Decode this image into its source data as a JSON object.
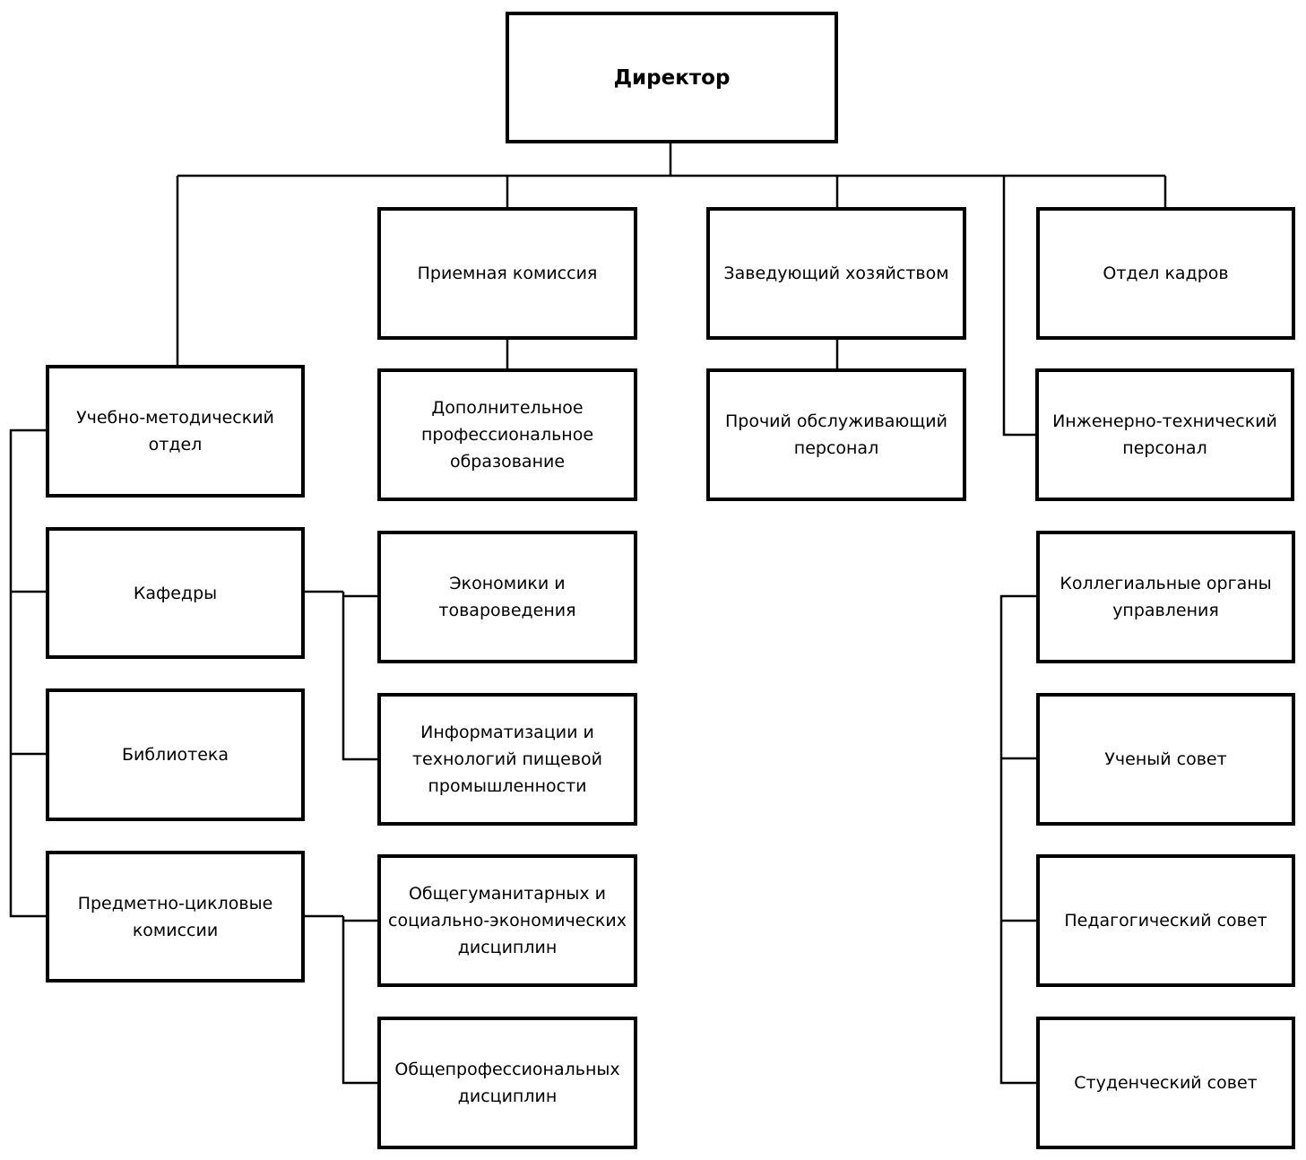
{
  "director": "Директор",
  "col2": {
    "admission": "Приемная комиссия",
    "additional": "Дополнительное\nпрофессиональное\nобразование",
    "economics": "Экономики и\nтовароведения",
    "informatization": "Информатизации и\nтехнологий пищевой\nпромышленности",
    "humanitarian": "Общегуманитарных и\nсоциально-экономических\nдисциплин",
    "general_prof": "Общепрофессиональных\nдисциплин"
  },
  "col1": {
    "methodical": "Учебно-методический\nотдел",
    "departments": "Кафедры",
    "library": "Библиотека",
    "commissions": "Предметно-цикловые\nкомиссии"
  },
  "col3": {
    "manager": "Заведующий хозяйством",
    "service": "Прочий обслуживающий\nперсонал"
  },
  "col4": {
    "hr": "Отдел кадров",
    "engineering": "Инженерно-технический\nперсонал",
    "collegial": "Коллегиальные органы\nуправления",
    "academic_council": "Ученый совет",
    "pedagogical_council": "Педагогический совет",
    "student_council": "Студенческий совет"
  }
}
